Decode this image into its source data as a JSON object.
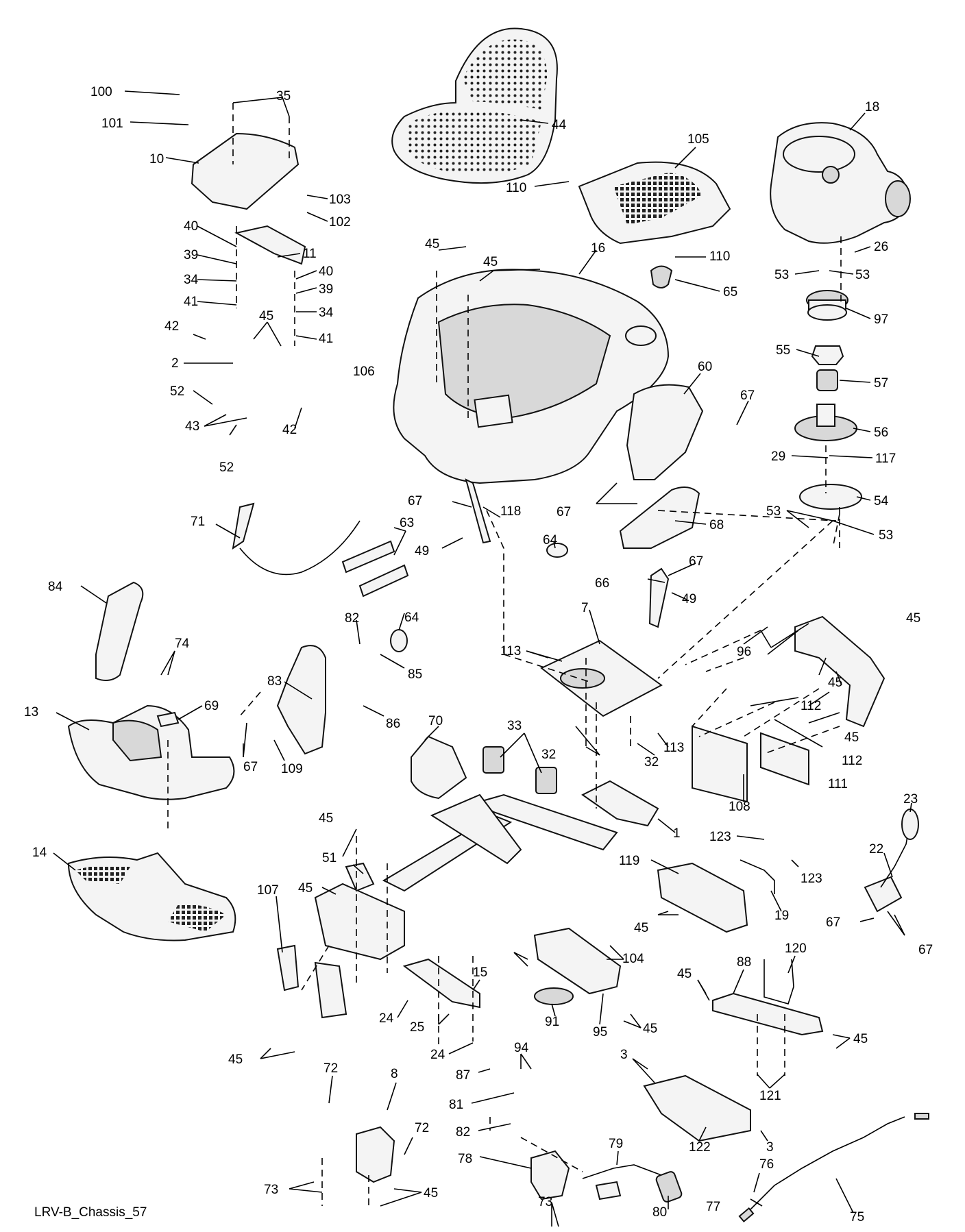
{
  "caption": "LRV-B_Chassis_57",
  "callouts": [
    "100",
    "101",
    "35",
    "10",
    "103",
    "102",
    "11",
    "40",
    "39",
    "34",
    "41",
    "40",
    "39",
    "34",
    "41",
    "42",
    "45",
    "2",
    "52",
    "43",
    "52",
    "42",
    "106",
    "44",
    "105",
    "110",
    "110",
    "45",
    "45",
    "16",
    "65",
    "18",
    "26",
    "53",
    "53",
    "97",
    "55",
    "57",
    "56",
    "29",
    "117",
    "54",
    "53",
    "53",
    "60",
    "67",
    "67",
    "68",
    "67",
    "49",
    "66",
    "67",
    "118",
    "49",
    "63",
    "71",
    "64",
    "64",
    "84",
    "74",
    "69",
    "13",
    "83",
    "82",
    "85",
    "86",
    "109",
    "67",
    "14",
    "7",
    "113",
    "113",
    "32",
    "32",
    "33",
    "70",
    "1",
    "96",
    "45",
    "45",
    "112",
    "112",
    "45",
    "111",
    "108",
    "123",
    "123",
    "119",
    "19",
    "45",
    "23",
    "22",
    "67",
    "67",
    "45",
    "51",
    "45",
    "107",
    "15",
    "24",
    "25",
    "24",
    "45",
    "104",
    "91",
    "95",
    "45",
    "120",
    "88",
    "45",
    "45",
    "121",
    "3",
    "122",
    "3",
    "94",
    "87",
    "81",
    "82",
    "78",
    "79",
    "73",
    "80",
    "8",
    "72",
    "72",
    "73",
    "45",
    "76",
    "77",
    "75"
  ]
}
